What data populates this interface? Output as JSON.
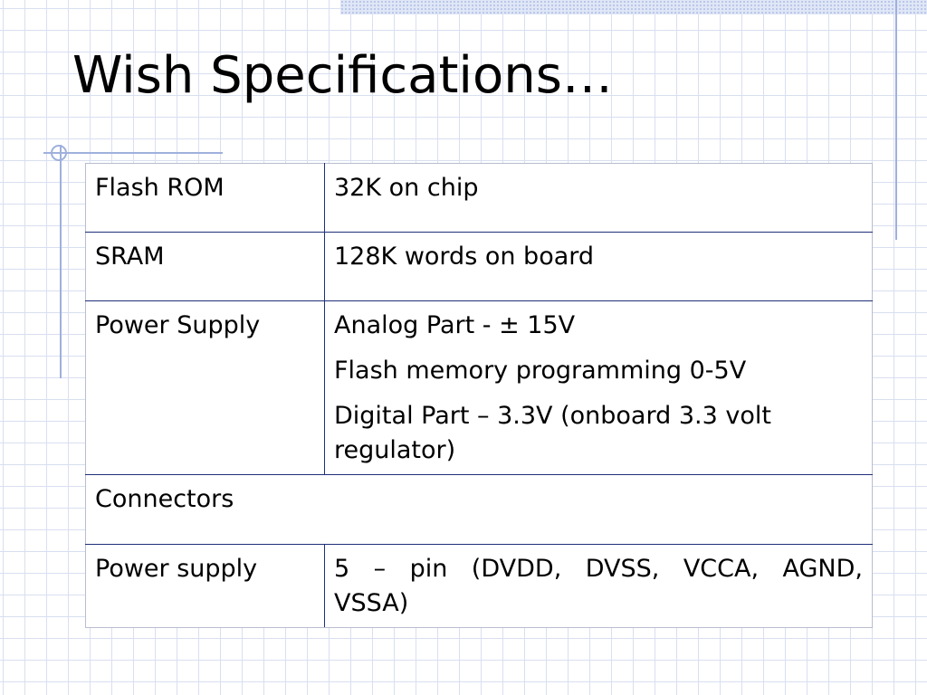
{
  "slide": {
    "title": "Wish Specifications…"
  },
  "table": {
    "rows": [
      {
        "label": "Flash ROM",
        "value": "32K on chip"
      },
      {
        "label": "SRAM",
        "value": "128K words on board"
      },
      {
        "label": "Power Supply",
        "values": [
          "Analog Part  -  ± 15V",
          "Flash memory programming 0-5V",
          "Digital Part – 3.3V (onboard 3.3 volt regulator)"
        ]
      },
      {
        "label": "Connectors"
      },
      {
        "label": "Power supply",
        "value": "5 – pin (DVDD, DVSS, VCCA, AGND, VSSA)"
      }
    ]
  },
  "colors": {
    "grid_line": "#d9dff0",
    "accent_rule": "#9fb0dc",
    "table_border": "#1f2f7a"
  }
}
